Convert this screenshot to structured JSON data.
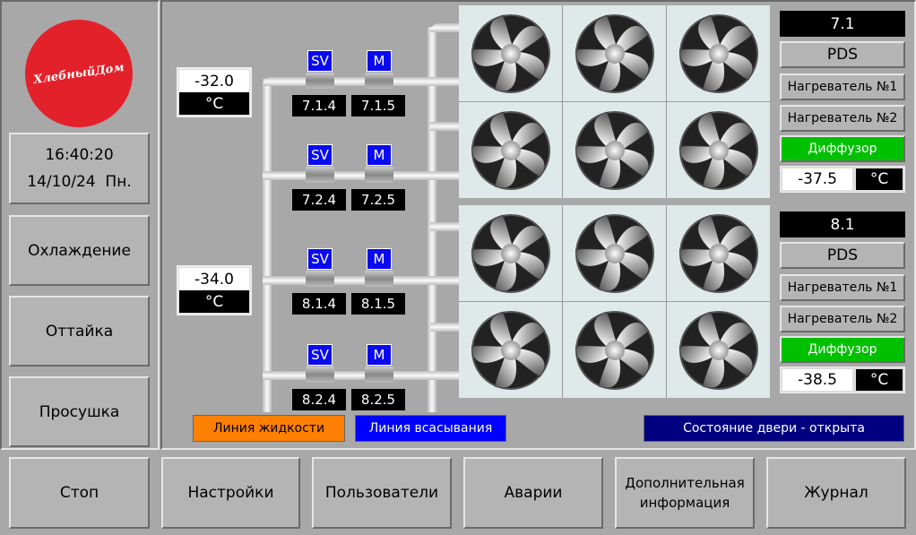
{
  "logo": {
    "text": "ХлебныйДом",
    "color": "#e3212b"
  },
  "clock": {
    "time": "16:40:20",
    "date": "14/10/24  Пн."
  },
  "modes": [
    "Охлаждение",
    "Оттайка",
    "Просушка"
  ],
  "bottom": [
    "Стоп",
    "Настройки",
    "Пользователи",
    "Аварии",
    "Дополнительная информация",
    "Журнал"
  ],
  "temps_left": [
    {
      "value": "-32.0",
      "unit": "°C"
    },
    {
      "value": "-34.0",
      "unit": "°C"
    }
  ],
  "valves": [
    {
      "sv": "SV",
      "m": "M",
      "sv_id": "7.1.4",
      "m_id": "7.1.5"
    },
    {
      "sv": "SV",
      "m": "M",
      "sv_id": "7.2.4",
      "m_id": "7.2.5"
    },
    {
      "sv": "SV",
      "m": "M",
      "sv_id": "8.1.4",
      "m_id": "8.1.5"
    },
    {
      "sv": "SV",
      "m": "M",
      "sv_id": "8.2.4",
      "m_id": "8.2.5"
    }
  ],
  "units": [
    {
      "id": "7.1",
      "pds": "PDS",
      "heater1": "Нагреватель №1",
      "heater2": "Нагреватель №2",
      "diffuser": "Диффузор",
      "temp": "-37.5",
      "unit": "°C"
    },
    {
      "id": "8.1",
      "pds": "PDS",
      "heater1": "Нагреватель №1",
      "heater2": "Нагреватель №2",
      "diffuser": "Диффузор",
      "temp": "-38.5",
      "unit": "°C"
    }
  ],
  "legend": {
    "liquid": "Линия жидкости",
    "suction": "Линия всасывания",
    "door": "Состояние двери - открыта"
  },
  "colors": {
    "liquid": "#ff8000",
    "suction": "#0000ff",
    "door": "#000080",
    "diffuser": "#00c000",
    "valve": "#0a0af0"
  }
}
